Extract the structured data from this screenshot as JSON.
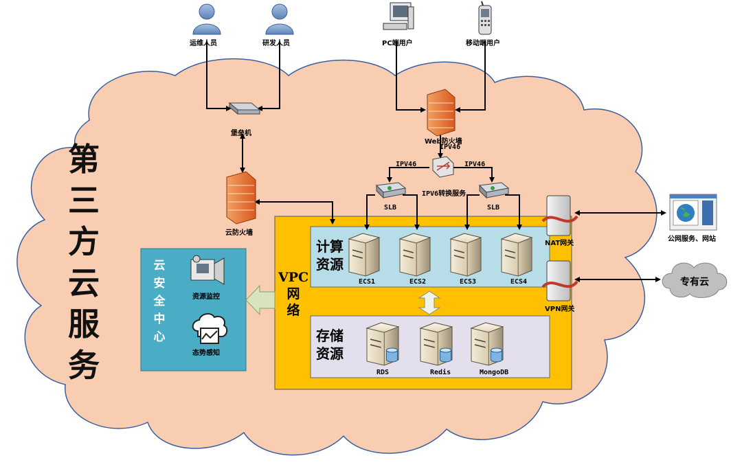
{
  "title_vertical": [
    "第",
    "三",
    "方",
    "云",
    "服",
    "务"
  ],
  "users": {
    "ops": "运维人员",
    "dev": "研发人员",
    "pc": "PC端用户",
    "mobile": "移动端用户"
  },
  "devices": {
    "bastion": "堡垒机",
    "cloud_firewall": "云防火墙",
    "web_firewall": "Web防火墙",
    "ipv46_top": "IPV46",
    "ipv46_left": "IPV46",
    "ipv46_right": "IPV46",
    "ipv6_service": "IPV6转换服务",
    "slb_left": "SLB",
    "slb_right": "SLB",
    "nat_gateway": "NAT网关",
    "vpn_gateway": "VPN网关"
  },
  "external": {
    "public_service": "公网服务、网站",
    "private_cloud": "专有云"
  },
  "vpc": {
    "label_lines": [
      "VPC",
      "网",
      "络"
    ],
    "compute_title": [
      "计算",
      "资源"
    ],
    "compute_nodes": [
      "ECS1",
      "ECS2",
      "ECS3",
      "ECS4"
    ],
    "storage_title": [
      "存储",
      "资源"
    ],
    "storage_nodes": [
      "RDS",
      "Redis",
      "MongoDB"
    ]
  },
  "security_center": {
    "title_vertical": [
      "云",
      "安",
      "全",
      "中",
      "心"
    ],
    "monitor": "资源监控",
    "awareness": "态势感知"
  },
  "colors": {
    "cloud_fill": "#f9cdb1",
    "cloud_stroke": "#3a5fa0",
    "vpc_fill": "#ffc000",
    "compute_fill": "#b7dde8",
    "storage_fill": "#e4dfec",
    "security_fill": "#4bacc6"
  }
}
